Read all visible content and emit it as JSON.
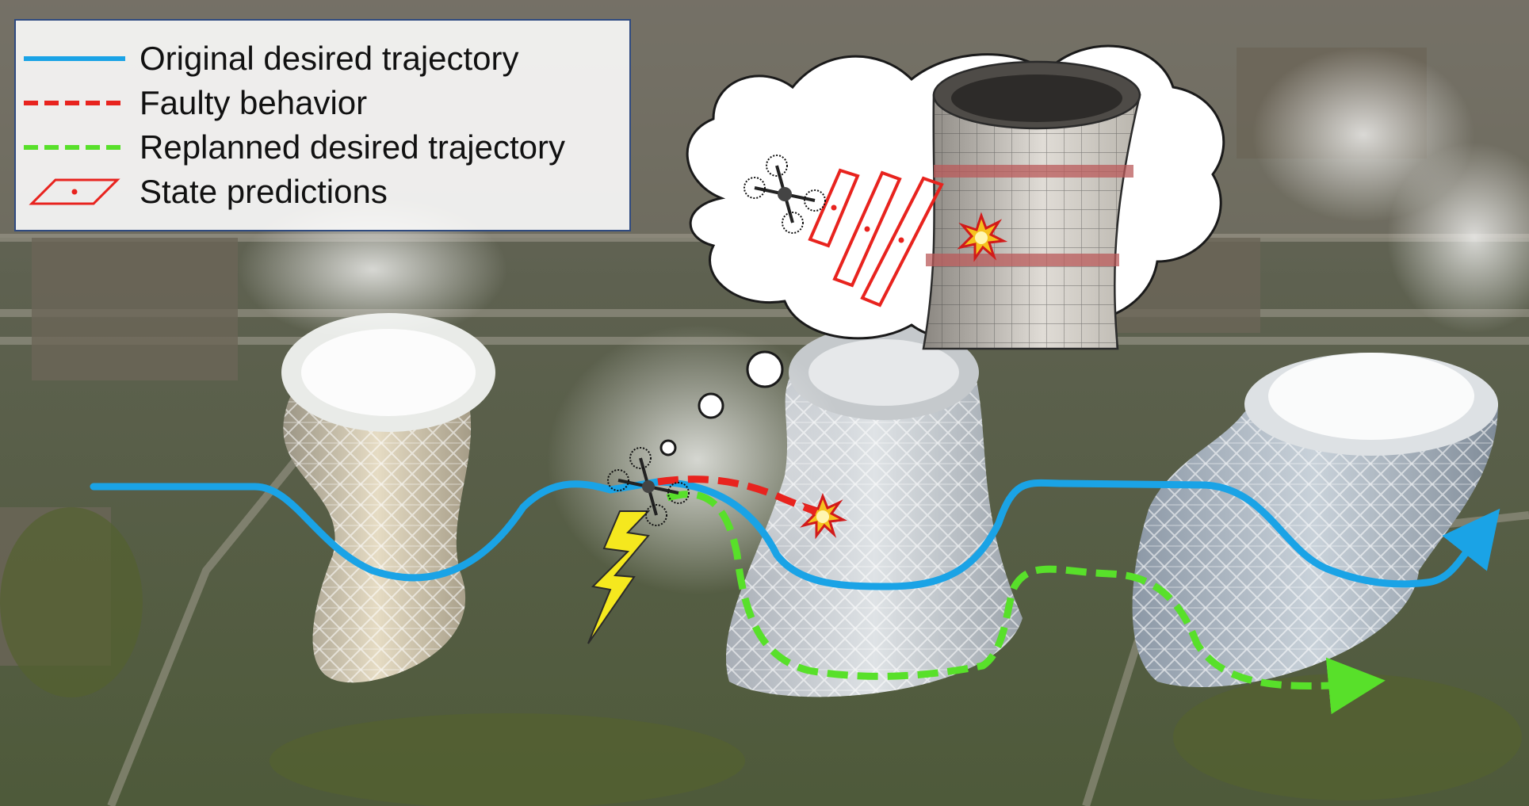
{
  "legend": {
    "original": "Original desired trajectory",
    "faulty": "Faulty behavior",
    "replanned": "Replanned desired trajectory",
    "predictions": "State predictions"
  },
  "colors": {
    "original": "#1aa3e6",
    "faulty": "#e8231e",
    "replanned": "#58e02a",
    "prediction": "#e8231e",
    "lightning": "#f5e81e"
  },
  "icons": [
    "quadrotor-icon",
    "lightning-icon",
    "explosion-icon",
    "thought-cloud-icon",
    "cooling-tower-icon"
  ]
}
